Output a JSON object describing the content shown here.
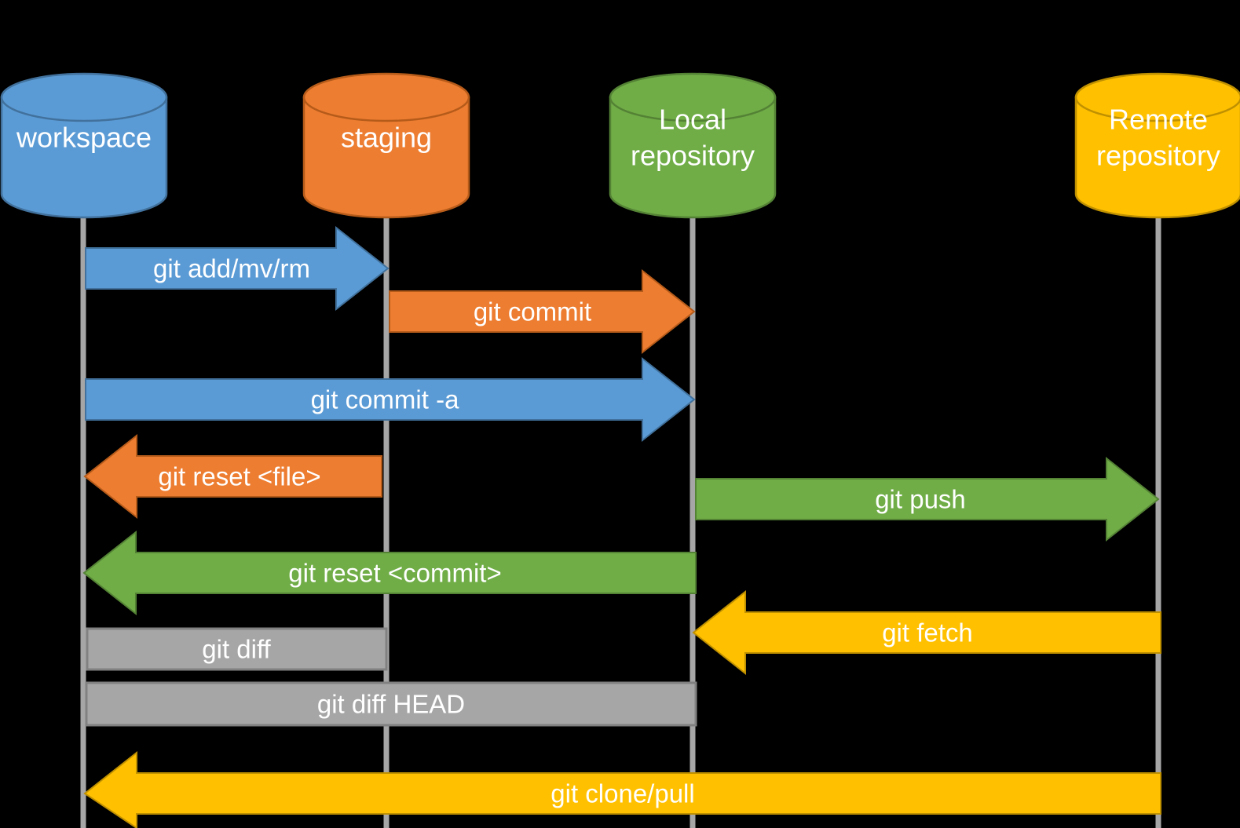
{
  "background": "#000000",
  "text_color": "#FFFFFF",
  "lifeline_color": "#A6A6A6",
  "nodes": [
    {
      "id": "workspace",
      "lines": [
        "workspace"
      ],
      "fill": "#5B9BD5",
      "stroke": "#41719C"
    },
    {
      "id": "staging",
      "lines": [
        "staging"
      ],
      "fill": "#ED7D31",
      "stroke": "#B55B1A"
    },
    {
      "id": "local-repository",
      "lines": [
        "Local",
        "repository"
      ],
      "fill": "#70AD47",
      "stroke": "#548235"
    },
    {
      "id": "remote-repository",
      "lines": [
        "Remote",
        "repository"
      ],
      "fill": "#FFC000",
      "stroke": "#BF9000"
    }
  ],
  "arrows": [
    {
      "label": "git add/mv/rm",
      "from": "workspace",
      "to": "staging",
      "direction": "right",
      "fill": "#5B9BD5",
      "stroke": "#41719C"
    },
    {
      "label": "git commit",
      "from": "staging",
      "to": "local-repository",
      "direction": "right",
      "fill": "#ED7D31",
      "stroke": "#B55B1A"
    },
    {
      "label": "git commit -a",
      "from": "workspace",
      "to": "local-repository",
      "direction": "right",
      "fill": "#5B9BD5",
      "stroke": "#41719C"
    },
    {
      "label": "git reset <file>",
      "from": "staging",
      "to": "workspace",
      "direction": "left",
      "fill": "#ED7D31",
      "stroke": "#B55B1A"
    },
    {
      "label": "git push",
      "from": "local-repository",
      "to": "remote-repository",
      "direction": "right",
      "fill": "#70AD47",
      "stroke": "#548235"
    },
    {
      "label": "git reset <commit>",
      "from": "local-repository",
      "to": "workspace",
      "direction": "left",
      "fill": "#70AD47",
      "stroke": "#548235"
    },
    {
      "label": "git fetch",
      "from": "remote-repository",
      "to": "local-repository",
      "direction": "left",
      "fill": "#FFC000",
      "stroke": "#BF9000"
    },
    {
      "label": "git clone/pull",
      "from": "remote-repository",
      "to": "workspace",
      "direction": "left",
      "fill": "#FFC000",
      "stroke": "#BF9000"
    }
  ],
  "bars": [
    {
      "label": "git diff",
      "from": "workspace",
      "to": "staging",
      "fill": "#A6A6A6",
      "stroke": "#818181"
    },
    {
      "label": "git diff HEAD",
      "from": "workspace",
      "to": "local-repository",
      "fill": "#A6A6A6",
      "stroke": "#818181"
    }
  ]
}
